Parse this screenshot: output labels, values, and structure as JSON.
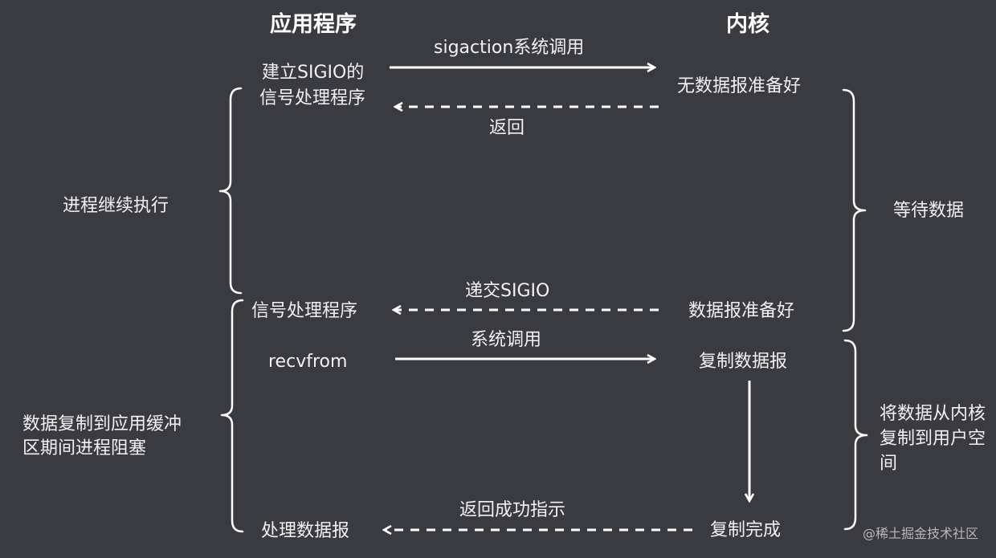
{
  "diagram": {
    "headers": {
      "app": "应用程序",
      "kernel": "内核"
    },
    "app_col": {
      "setup_line1": "建立SIGIO的",
      "setup_line2": "信号处理程序",
      "signal_handler": "信号处理程序",
      "recvfrom": "recvfrom",
      "process": "处理数据报"
    },
    "kernel_col": {
      "no_data": "无数据报准备好",
      "data_ready": "数据报准备好",
      "copy": "复制数据报",
      "copy_done": "复制完成"
    },
    "messages": {
      "sigaction": "sigaction系统调用",
      "return1": "返回",
      "deliver": "递交SIGIO",
      "syscall": "系统调用",
      "return_ok": "返回成功指示"
    },
    "phases": {
      "left_continue": "进程继续执行",
      "left_block": "数据复制到应用缓冲区期间进程阻塞",
      "right_wait": "等待数据",
      "right_copy": "将数据从内核复制到用户空间"
    },
    "watermark": "@稀土掘金技术社区"
  }
}
